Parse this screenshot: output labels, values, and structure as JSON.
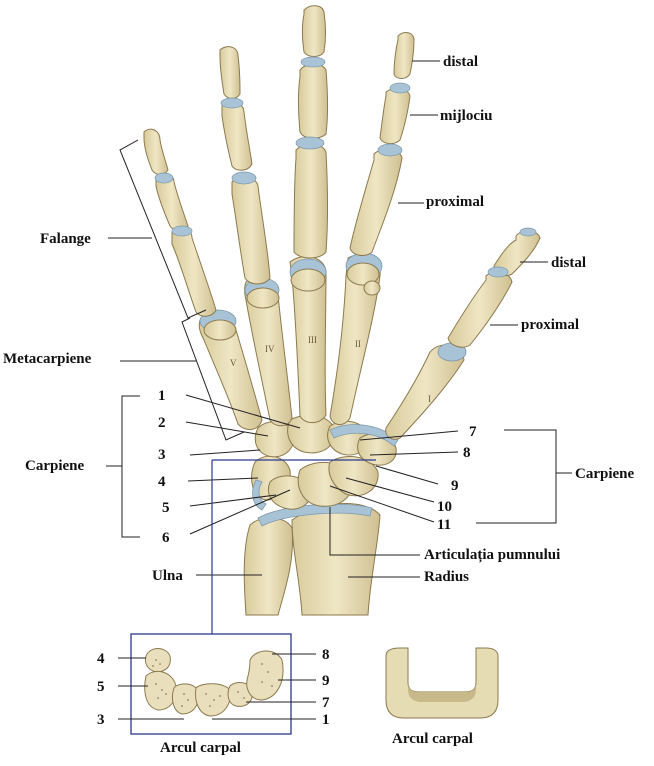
{
  "colors": {
    "bone": "#e6dcb4",
    "bone_edge": "#8c7a4e",
    "cartilage": "#a9c3d6",
    "leader": "#222222",
    "box": "#2b3a8f"
  },
  "labels": {
    "falange": "Falange",
    "metacarpiene": "Metacarpiene",
    "carpiene_left": "Carpiene",
    "carpiene_right": "Carpiene",
    "distal_finger": "distal",
    "mijlociu": "mijlociu",
    "proximal_finger": "proximal",
    "distal_thumb": "distal",
    "proximal_thumb": "proximal",
    "ulna": "Ulna",
    "radius": "Radius",
    "articulatia": "Articulația pumnului",
    "arcul_carpal_left": "Arcul carpal",
    "arcul_carpal_right": "Arcul carpal"
  },
  "roman": {
    "I": "I",
    "II": "II",
    "III": "III",
    "IV": "IV",
    "V": "V"
  },
  "carpal_numbers_left": [
    "1",
    "2",
    "3",
    "4",
    "5",
    "6"
  ],
  "carpal_numbers_right": [
    "7",
    "8",
    "9",
    "10",
    "11"
  ],
  "inset_numbers_left": [
    "4",
    "5",
    "3"
  ],
  "inset_numbers_right": [
    "8",
    "9",
    "7",
    "1"
  ]
}
